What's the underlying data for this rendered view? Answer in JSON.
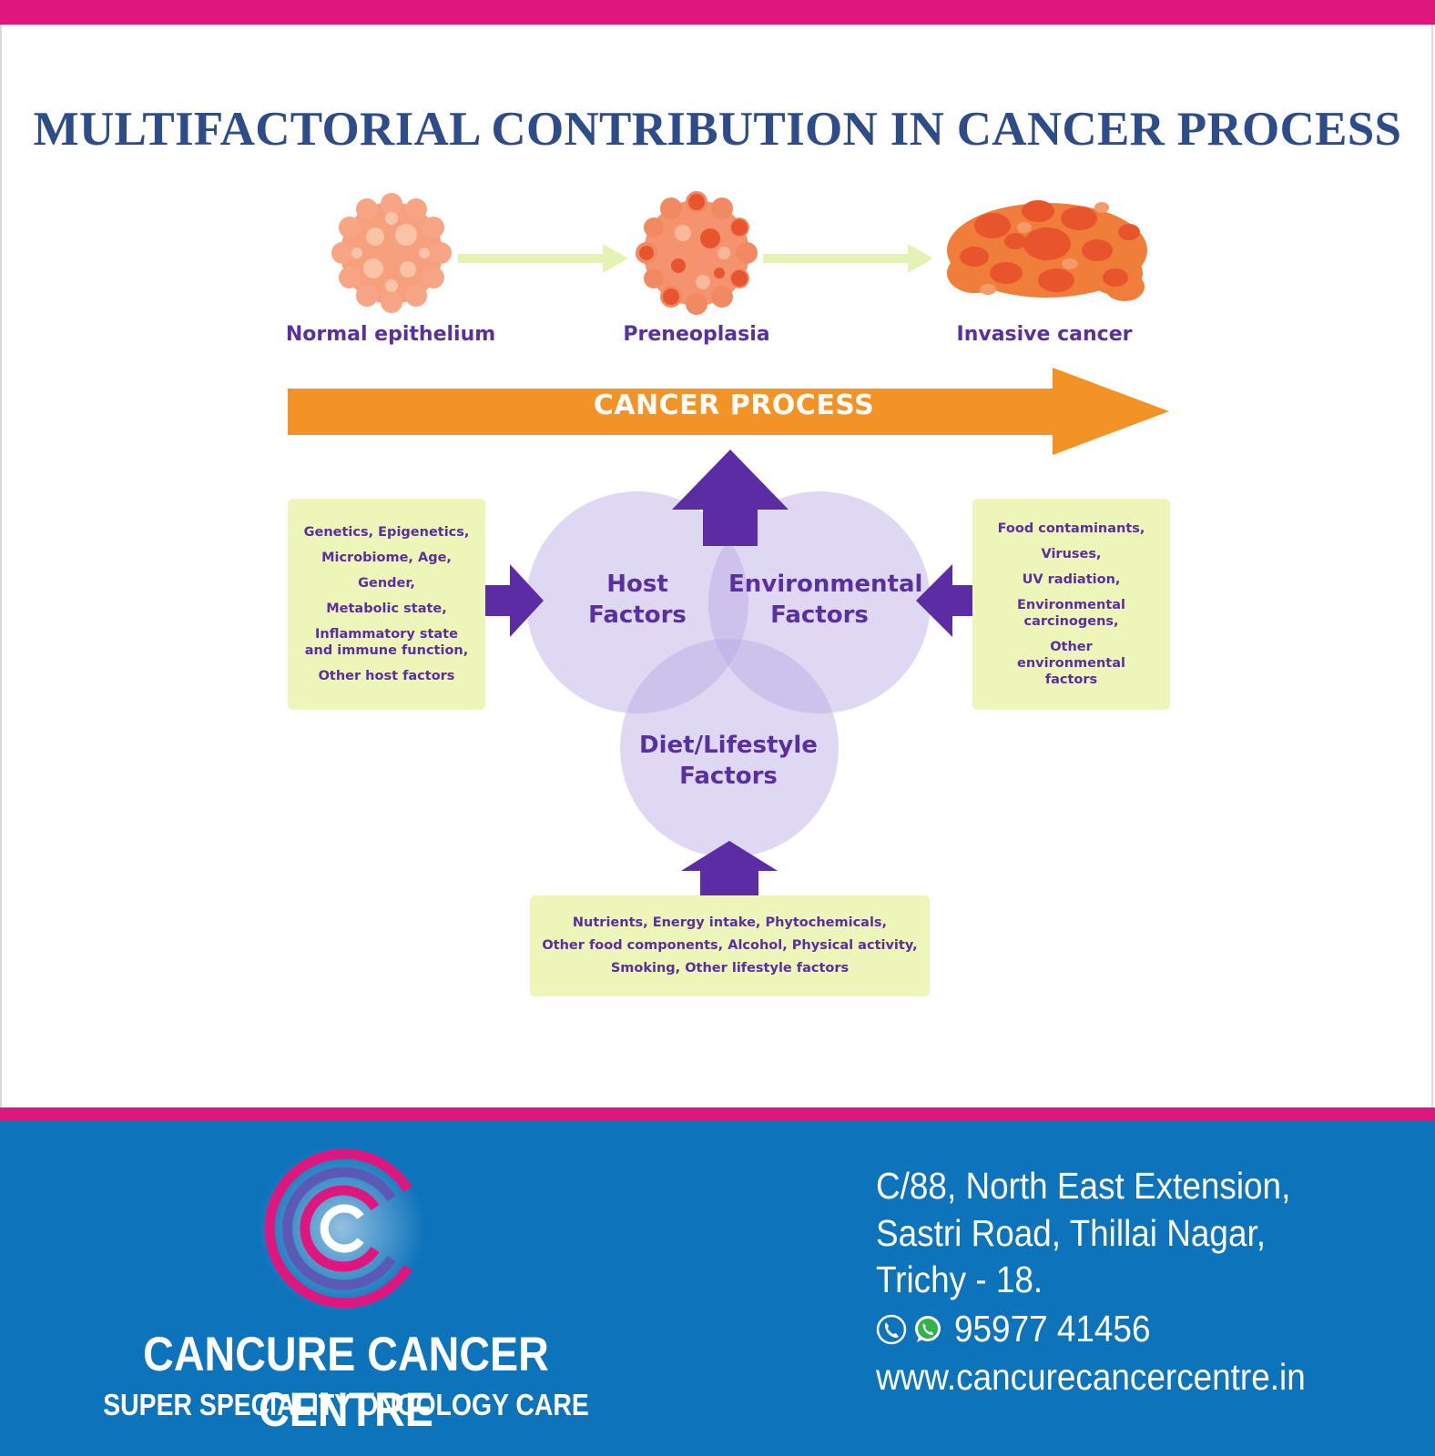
{
  "title": "MULTIFACTORIAL CONTRIBUTION IN CANCER PROCESS",
  "stages": [
    {
      "label": "Normal epithelium"
    },
    {
      "label": "Preneoplasia"
    },
    {
      "label": "Invasive cancer"
    }
  ],
  "process_label": "CANCER PROCESS",
  "factors": {
    "host": "Host Factors",
    "environmental": "Environmental Factors",
    "diet": "Diet/Lifestyle Factors"
  },
  "host_box": [
    "Genetics, Epigenetics,",
    "Microbiome, Age,",
    "Gender,",
    "Metabolic state,",
    "Inflammatory state and immune function,",
    "Other host factors"
  ],
  "environment_box": [
    "Food contaminants,",
    "Viruses,",
    "UV radiation,",
    "Environmental carcinogens,",
    "Other environmental factors"
  ],
  "diet_box": [
    "Nutrients, Energy intake, Phytochemicals,",
    "Other food components, Alcohol, Physical activity,",
    "Smoking, Other lifestyle factors"
  ],
  "footer": {
    "brand_name": "CANCURE CANCER CENTRE",
    "tagline": "SUPER SPECIALITY ONCOLOGY CARE",
    "address": [
      "C/88, North East Extension,",
      "Sastri Road, Thillai Nagar,",
      "Trichy - 18."
    ],
    "phone": "95977 41456",
    "website": "www.cancurecancercentre.in",
    "icons": [
      "phone-icon",
      "whatsapp-icon"
    ]
  },
  "colors": {
    "accent_pink": "#e0167f",
    "title_blue": "#2f4c8a",
    "purple": "#5a2fa0",
    "orange": "#f39325",
    "footer_blue": "#0d73bb",
    "box_green": "#edf5b8"
  }
}
